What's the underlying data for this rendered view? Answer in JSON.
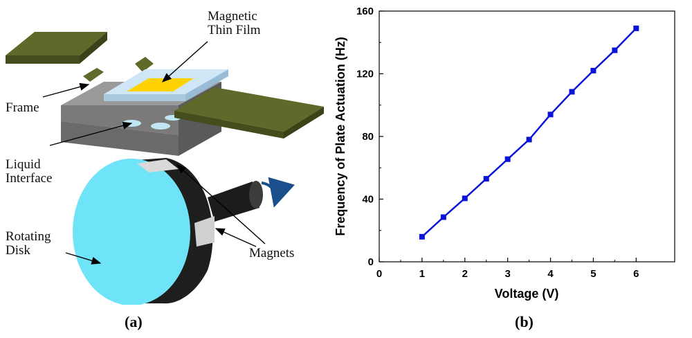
{
  "panel_a": {
    "labels": {
      "magnetic_thin_film": "Magnetic\nThin Film",
      "frame": "Frame",
      "liquid_interface": "Liquid\nInterface",
      "rotating_disk": "Rotating\nDisk",
      "magnets": "Magnets"
    },
    "tag": "(a)",
    "colors": {
      "frame_green": "#5f6a2a",
      "plate_blue": "#cfe6f7",
      "film_yellow": "#ffd200",
      "base_gray": "#8c8c8c",
      "disk_cyan": "#6fe3f7",
      "arrow_blue": "#1a4e8c"
    }
  },
  "panel_b": {
    "tag": "(b)"
  },
  "chart_data": {
    "type": "line",
    "title": "",
    "xlabel": "Voltage (V)",
    "ylabel": "Frequency of Plate Actuation (Hz)",
    "xlim": [
      0,
      6.9
    ],
    "ylim": [
      0,
      160
    ],
    "xticks": [
      0,
      1,
      2,
      3,
      4,
      5,
      6
    ],
    "yticks": [
      0,
      40,
      80,
      120,
      160
    ],
    "grid": false,
    "legend": "none",
    "color": "#0a14d8",
    "marker": "square",
    "x": [
      1,
      1.5,
      2,
      2.5,
      3,
      3.5,
      4,
      4.5,
      5,
      5.5,
      6
    ],
    "y": [
      16,
      28.5,
      40.5,
      53,
      65.5,
      78,
      94,
      108.5,
      122,
      135,
      149
    ]
  }
}
